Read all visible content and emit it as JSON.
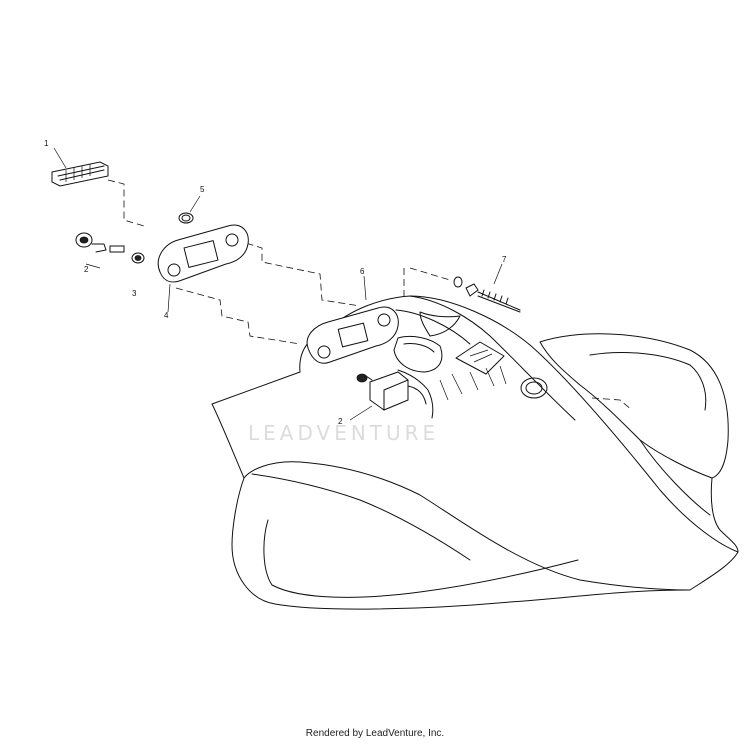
{
  "watermark": "LEADVENTURE",
  "footer": "Rendered by LeadVenture, Inc.",
  "callouts": {
    "c1": "1",
    "c2a": "2",
    "c2b": "2",
    "c3": "3",
    "c4": "4",
    "c5": "5",
    "c6": "6",
    "c7": "7"
  }
}
